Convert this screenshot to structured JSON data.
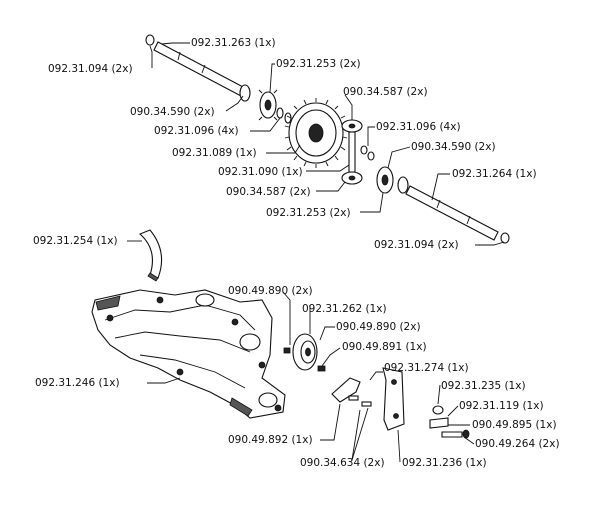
{
  "callouts": [
    {
      "text": "092.31.263 (1x)"
    },
    {
      "text": "092.31.094 (2x)"
    },
    {
      "text": "092.31.253 (2x)"
    },
    {
      "text": "090.34.590  (2x)"
    },
    {
      "text": "092.31.096 (4x)"
    },
    {
      "text": "090.34.587 (2x)"
    },
    {
      "text": "092.31.096 (4x)"
    },
    {
      "text": "090.34.590 (2x)"
    },
    {
      "text": "092.31.089 (1x)"
    },
    {
      "text": "092.31.090 (1x)"
    },
    {
      "text": "092.31.264 (1x)"
    },
    {
      "text": "090.34.587 (2x)"
    },
    {
      "text": "092.31.253 (2x)"
    },
    {
      "text": "092.31.094 (2x)"
    },
    {
      "text": "092.31.254 (1x)"
    },
    {
      "text": "090.49.890 (2x)"
    },
    {
      "text": "092.31.262 (1x)"
    },
    {
      "text": "090.49.890 (2x)"
    },
    {
      "text": "090.49.891 (1x)"
    },
    {
      "text": "092.31.274 (1x)"
    },
    {
      "text": "092.31.246 (1x)"
    },
    {
      "text": "092.31.235 (1x)"
    },
    {
      "text": "092.31.119 (1x)"
    },
    {
      "text": "090.49.895 (1x)"
    },
    {
      "text": "090.49.892 (1x)"
    },
    {
      "text": "090.49.264 (2x)"
    },
    {
      "text": "090.34.634 (2x)"
    },
    {
      "text": "092.31.236 (1x)"
    }
  ]
}
